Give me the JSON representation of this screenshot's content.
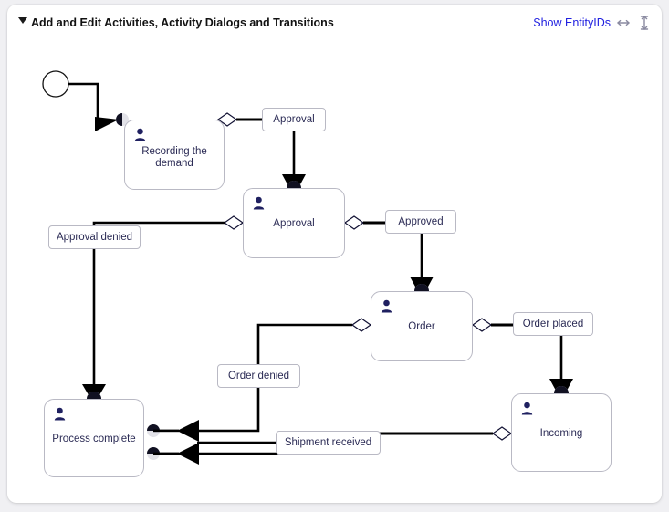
{
  "header": {
    "twisty_icon": "triangle-down-icon",
    "title": "Add and Edit Activities, Activity Dialogs and Transitions",
    "show_entity_ids_label": "Show EntityIDs",
    "resize_horizontal_icon": "resize-horizontal-icon",
    "resize_vertical_icon": "resize-vertical-icon"
  },
  "colors": {
    "link": "#2020e0",
    "node_border": "#b9b9c4",
    "node_text": "#2b2b55",
    "person_icon": "#1f2060",
    "edge": "#000000",
    "panel_background": "#ffffff",
    "page_background": "#f0f0f3"
  },
  "diagram": {
    "start_node": {
      "name": "start-node",
      "shape": "circle"
    },
    "activities": [
      {
        "id": "recording",
        "label": "Recording the demand",
        "icon": "person-icon"
      },
      {
        "id": "approval",
        "label": "Approval",
        "icon": "person-icon"
      },
      {
        "id": "order",
        "label": "Order",
        "icon": "person-icon"
      },
      {
        "id": "process_complete",
        "label": "Process complete",
        "icon": "person-icon"
      },
      {
        "id": "incoming",
        "label": "Incoming",
        "icon": "person-icon"
      }
    ],
    "transitions": [
      {
        "id": "t_approval",
        "label": "Approval"
      },
      {
        "id": "t_approval_denied",
        "label": "Approval denied"
      },
      {
        "id": "t_approved",
        "label": "Approved"
      },
      {
        "id": "t_order_denied",
        "label": "Order denied"
      },
      {
        "id": "t_order_placed",
        "label": "Order placed"
      },
      {
        "id": "t_shipment_received",
        "label": "Shipment received"
      }
    ]
  }
}
